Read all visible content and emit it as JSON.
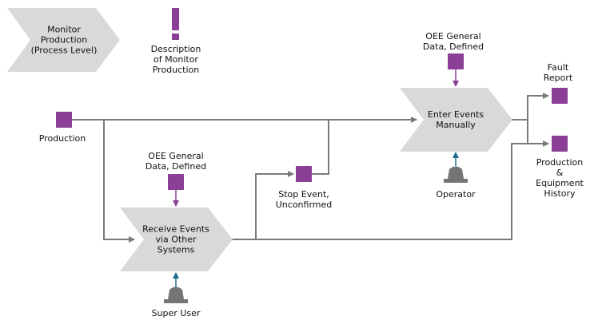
{
  "colors": {
    "chevron_fill": "#d9d9d9",
    "object_fill": "#8b3f96",
    "connector": "#7a7a7a",
    "arrow_to_process": "#8b3f96",
    "role_arrow": "#1f6d8c",
    "role_fill": "#757575"
  },
  "icons": {
    "exclamation": "exclamation-mark-icon",
    "role": "person-role-icon",
    "object": "information-object-square"
  },
  "processes": {
    "monitor_production": "Monitor\nProduction\n(Process Level)",
    "enter_events": "Enter Events\nManually",
    "receive_events": "Receive Events\nvia Other\nSystems"
  },
  "description": {
    "label": "Description\nof Monitor\nProduction"
  },
  "objects": {
    "production": "Production",
    "oee_top": "OEE General\nData, Defined",
    "oee_bottom": "OEE General\nData, Defined",
    "stop_event": "Stop Event,\nUnconfirmed",
    "fault_report": "Fault\nReport",
    "production_history": "Production &\nEquipment\nHistory"
  },
  "roles": {
    "operator": "Operator",
    "super_user": "Super User"
  }
}
